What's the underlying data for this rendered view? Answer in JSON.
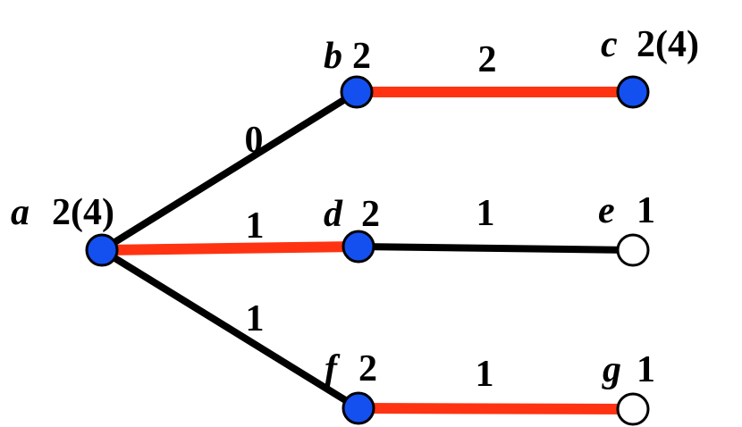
{
  "colors": {
    "filled_node": "#1450f0",
    "empty_node": "#ffffff",
    "highlight_edge": "#ff3311",
    "normal_edge": "#000000"
  },
  "nodes": [
    {
      "id": "a",
      "name": "a",
      "value": "2(4)",
      "filled": true
    },
    {
      "id": "b",
      "name": "b",
      "value": "2",
      "filled": true
    },
    {
      "id": "c",
      "name": "c",
      "value": "2(4)",
      "filled": true
    },
    {
      "id": "d",
      "name": "d",
      "value": "2",
      "filled": true
    },
    {
      "id": "e",
      "name": "e",
      "value": "1",
      "filled": false
    },
    {
      "id": "f",
      "name": "f",
      "value": "2",
      "filled": true
    },
    {
      "id": "g",
      "name": "g",
      "value": "1",
      "filled": false
    }
  ],
  "edges": [
    {
      "id": "a-b",
      "from": "a",
      "to": "b",
      "weight": "0",
      "highlighted": false
    },
    {
      "id": "a-d",
      "from": "a",
      "to": "d",
      "weight": "1",
      "highlighted": true
    },
    {
      "id": "a-f",
      "from": "a",
      "to": "f",
      "weight": "1",
      "highlighted": false
    },
    {
      "id": "b-c",
      "from": "b",
      "to": "c",
      "weight": "2",
      "highlighted": true
    },
    {
      "id": "d-e",
      "from": "d",
      "to": "e",
      "weight": "1",
      "highlighted": false
    },
    {
      "id": "f-g",
      "from": "f",
      "to": "g",
      "weight": "1",
      "highlighted": true
    }
  ]
}
